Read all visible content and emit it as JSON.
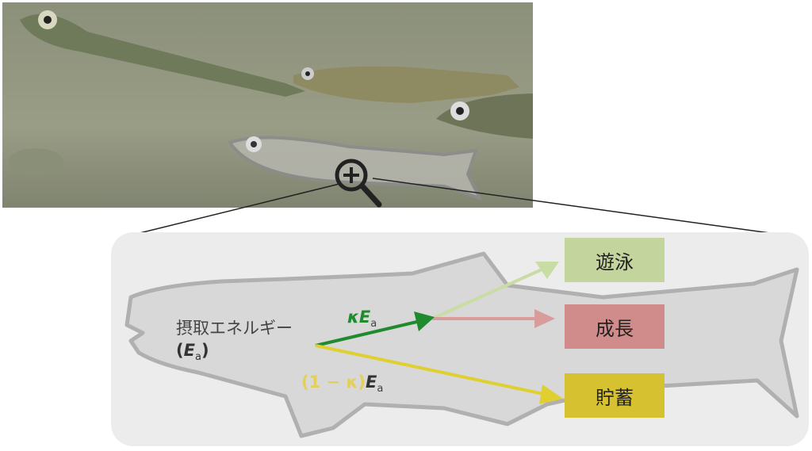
{
  "labels": {
    "intake_energy": "摂取エネルギー",
    "intake_symbol": "E",
    "intake_sub": "a",
    "kappa_term": "κE",
    "kappa_sub": "a",
    "one_minus_kappa": "(1 − κ)",
    "one_minus_e": "E",
    "one_minus_sub": "a"
  },
  "boxes": [
    {
      "label": "遊泳",
      "color": "#c3d59c"
    },
    {
      "label": "成長",
      "color": "#d08b8b"
    },
    {
      "label": "貯蓄",
      "color": "#d6c130"
    }
  ],
  "colors": {
    "kappa_arrow": "#1f8a2e",
    "swim_arrow": "#c8dca4",
    "growth_arrow": "#d89c9c",
    "storage_arrow": "#e0cf30",
    "panel": "#ececec",
    "fish_fill": "#d8d8d8",
    "fish_outline": "#b0b0b0"
  }
}
